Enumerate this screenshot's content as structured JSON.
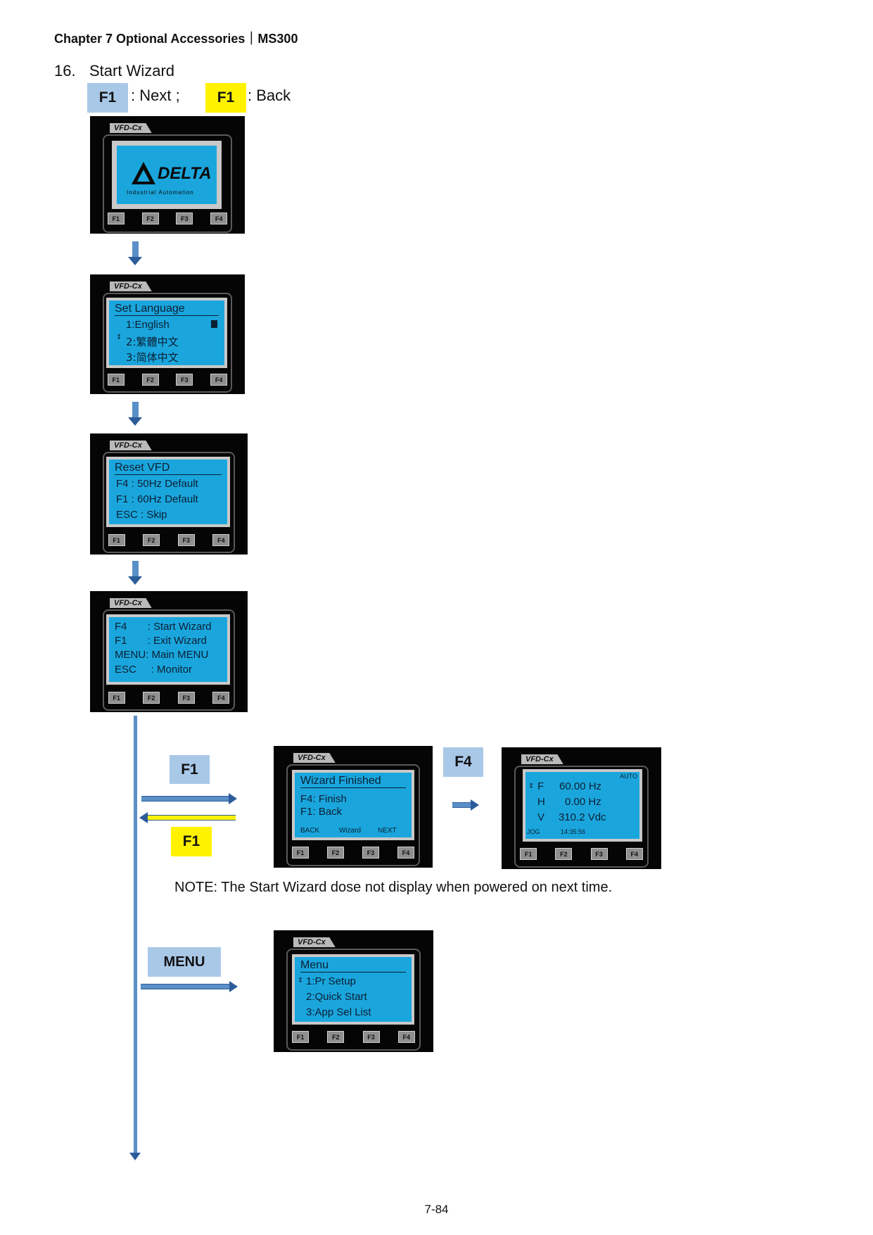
{
  "header": {
    "text": "Chapter 7 Optional Accessories｜MS300"
  },
  "section": {
    "number": "16.",
    "title": "Start Wizard"
  },
  "legend": {
    "next_key": "F1",
    "next_text": ": Next ;",
    "back_key": "F1",
    "back_text": ": Back"
  },
  "devices": {
    "brand": "VFD-Cx",
    "keys": [
      "F1",
      "F2",
      "F3",
      "F4"
    ],
    "logo": {
      "name": "DELTA",
      "tagline": "Industrial Automation"
    },
    "language": {
      "title": "Set Language",
      "items": [
        "1:English",
        "2:繁體中文",
        "3:简体中文"
      ]
    },
    "reset": {
      "title": "Reset VFD",
      "lines": [
        "F4 : 50Hz  Default",
        "F1 : 60Hz  Default",
        "ESC : Skip"
      ]
    },
    "wizard": {
      "lines": [
        "F4       : Start Wizard",
        "F1       : Exit Wizard",
        "MENU: Main MENU",
        "ESC     : Monitor"
      ]
    },
    "finished": {
      "title": "Wizard Finished",
      "lines": [
        "F4: Finish",
        "F1: Back"
      ],
      "bottom": [
        "BACK",
        "Wizard",
        "NEXT"
      ]
    },
    "monitor": {
      "auto": "AUTO",
      "rows": [
        [
          "F",
          "60.00  Hz"
        ],
        [
          "H",
          "0.00  Hz"
        ],
        [
          "V",
          "310.2 Vdc"
        ]
      ],
      "jog": "JOG",
      "time": "14:35:56"
    },
    "menu": {
      "title": "Menu",
      "items": [
        "1:Pr Setup",
        "2:Quick Start",
        "3:App Sel List"
      ]
    }
  },
  "flow": {
    "f1_next": "F1",
    "f1_back": "F1",
    "f4": "F4",
    "menu": "MENU"
  },
  "note": "NOTE: The Start Wizard dose not display when powered on next time.",
  "footer": {
    "page": "7-84"
  },
  "colors": {
    "screen": "#1aa6dd",
    "blue_key": "#a9c8e8",
    "yellow_key": "#fff200",
    "arrow": "#5b8fc8"
  }
}
